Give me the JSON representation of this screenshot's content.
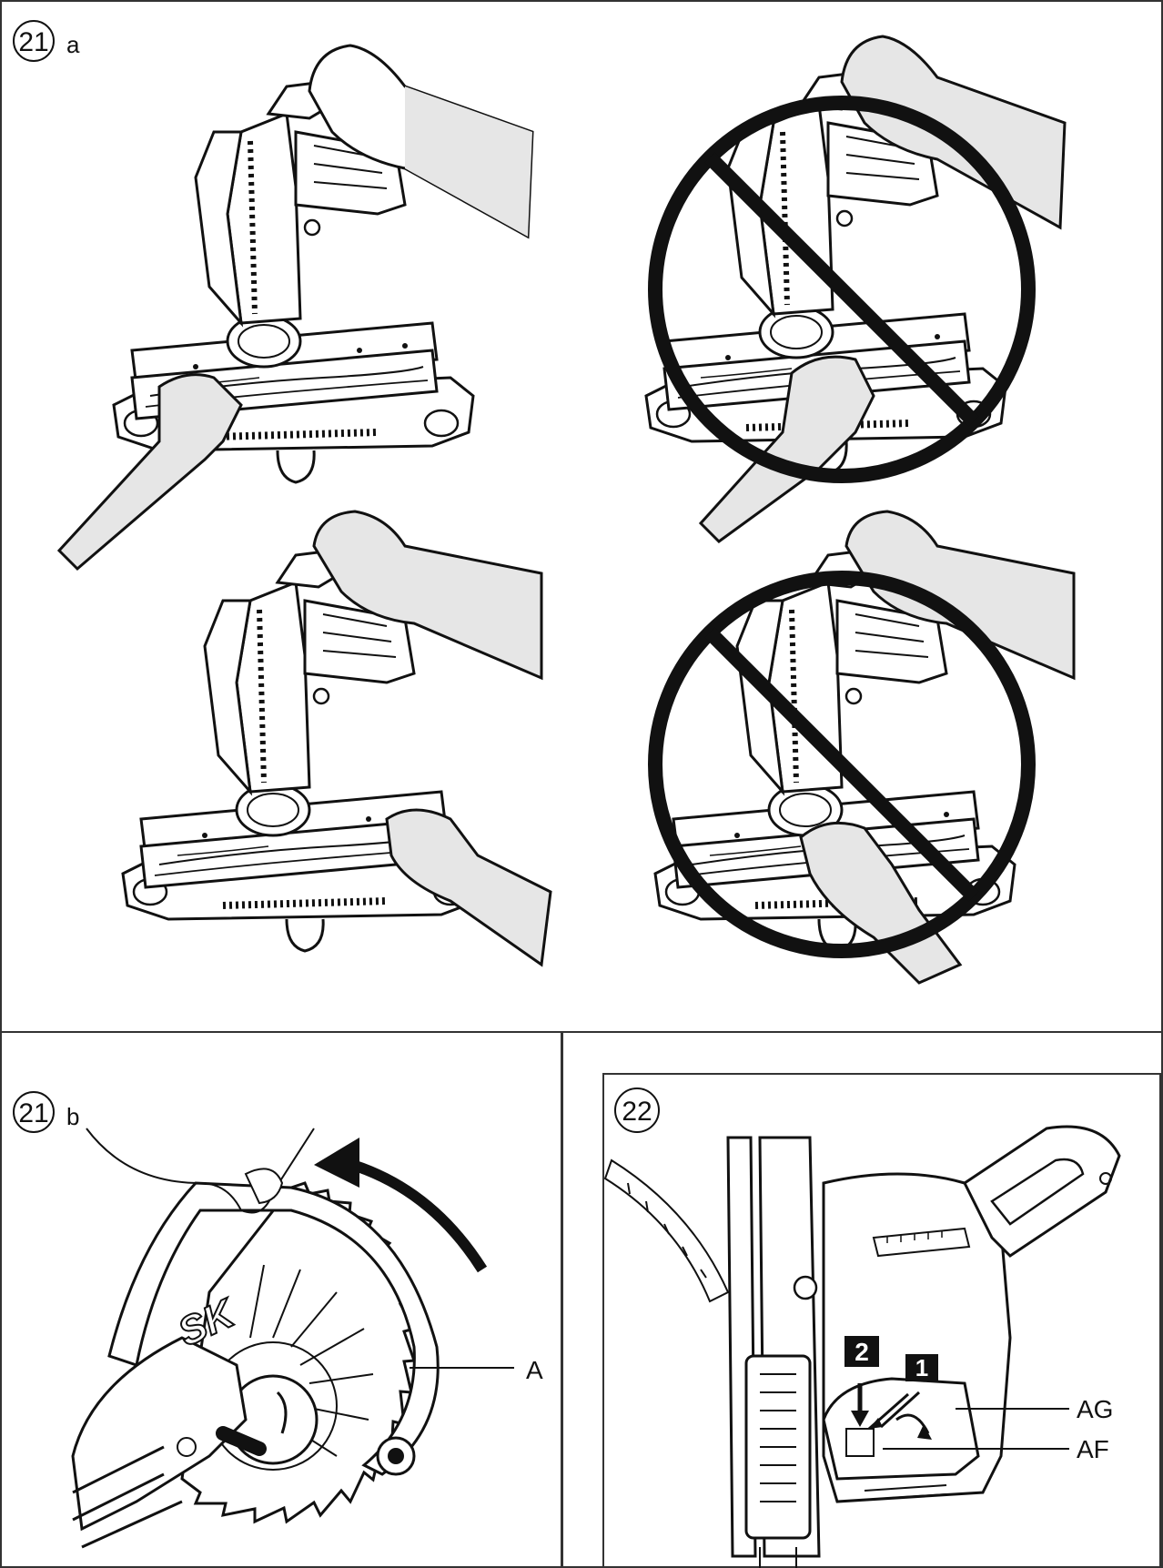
{
  "figure_21a": {
    "number": "21",
    "sub": "a"
  },
  "figure_21b": {
    "number": "21",
    "sub": "b",
    "callout_a": "A"
  },
  "figure_22": {
    "number": "22",
    "step_1": "1",
    "step_2": "2",
    "callout_ag": "AG",
    "callout_af": "AF"
  },
  "saw_brand_text": "SK"
}
